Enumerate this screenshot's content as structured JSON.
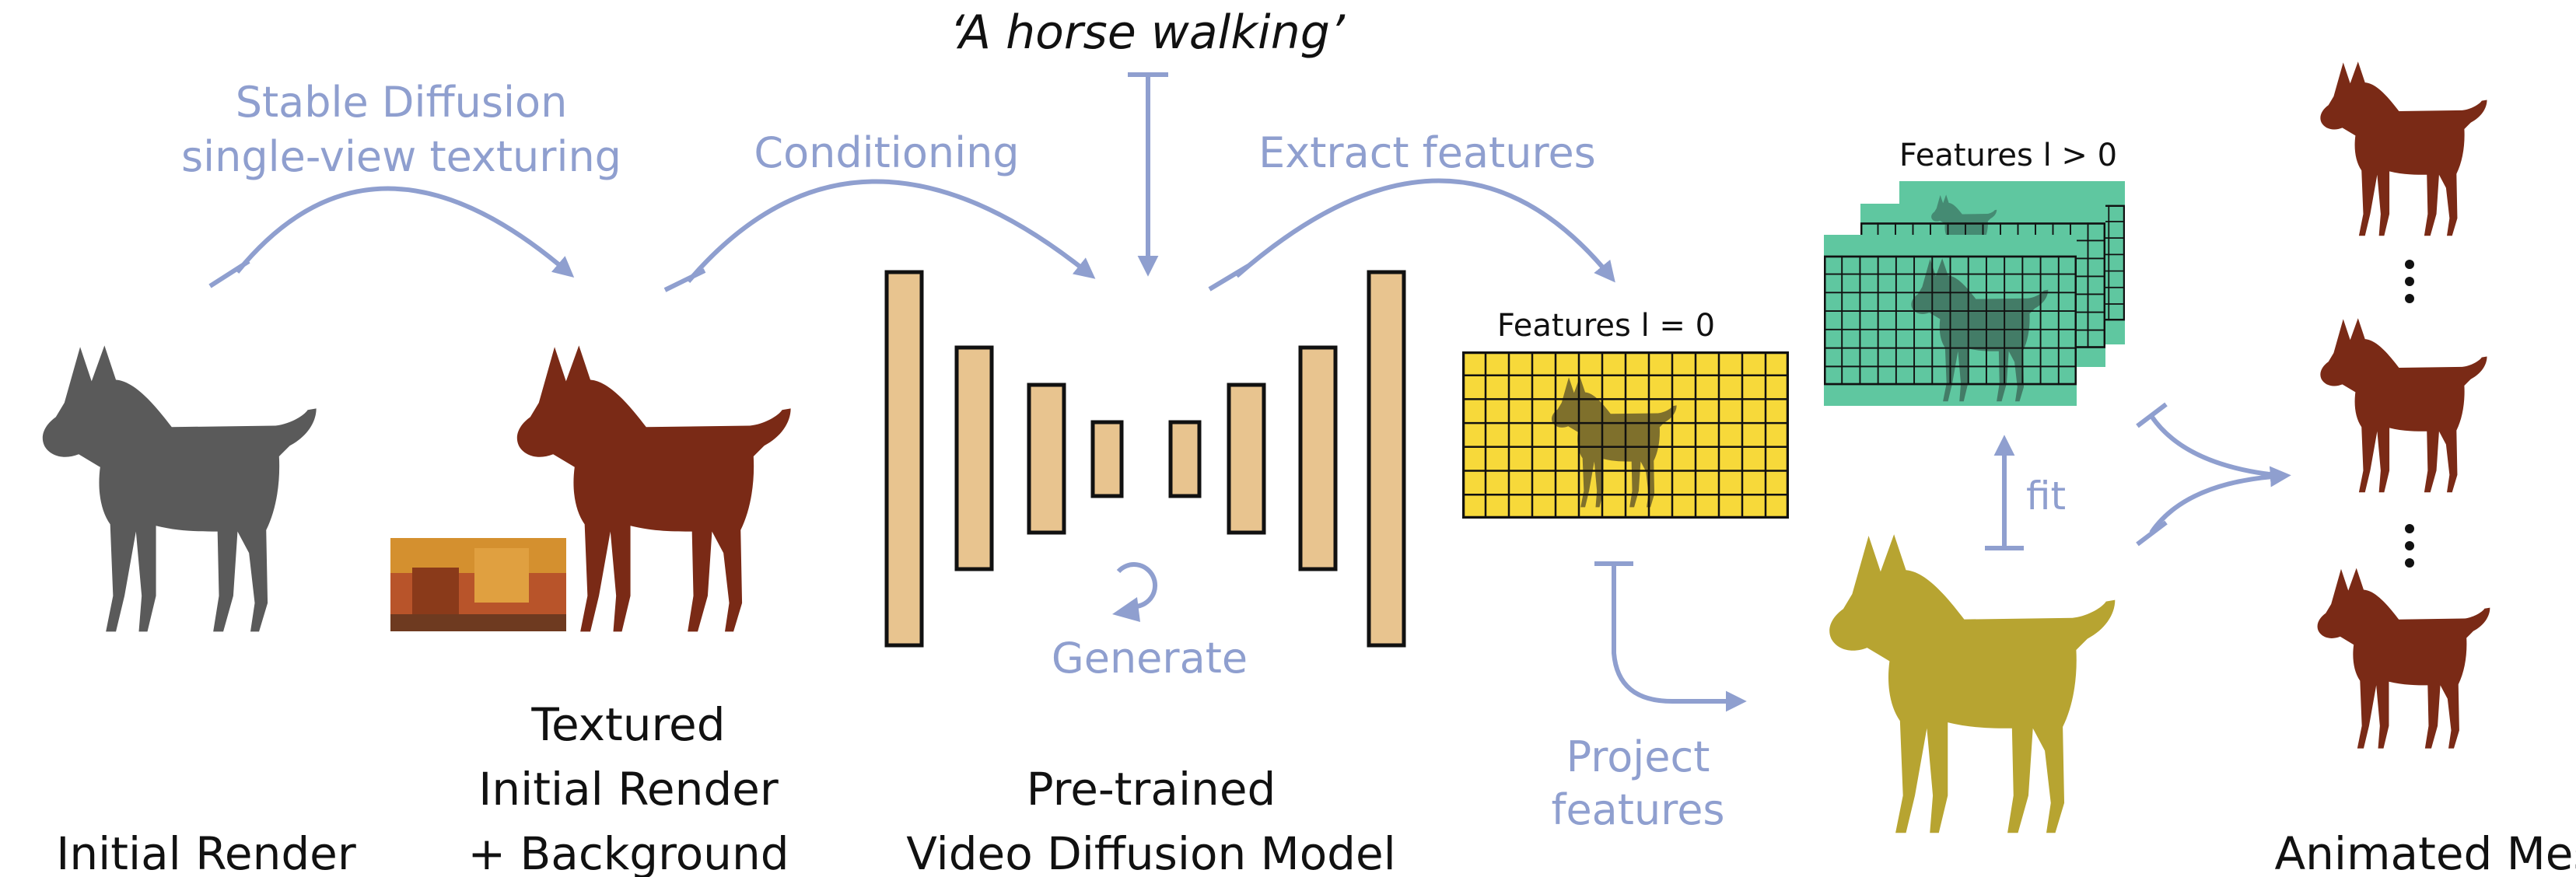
{
  "prompt": "‘A horse walking’",
  "labels": {
    "sd_line1": "Stable Diffusion",
    "sd_line2": "single-view texturing",
    "conditioning": "Conditioning",
    "extract_features": "Extract features",
    "generate": "Generate",
    "project_line1": "Project",
    "project_line2": "features",
    "fit": "fit",
    "features_l0": "Features l = 0",
    "features_lgt0": "Features l > 0"
  },
  "captions": {
    "initial_render": "Initial Render",
    "textured_line1": "Textured",
    "textured_line2": "Initial Render",
    "textured_line3": "+ Background",
    "model_line1": "Pre-trained",
    "model_line2": "Video Diffusion Model",
    "animated_mesh": "Animated Mesh"
  },
  "colors": {
    "accent_blue": "#8f9fcf",
    "horse_gray": "#5a5a5a",
    "horse_brown": "#7a2a16",
    "horse_olive": "#b7a431",
    "unet_fill": "#e8c48f",
    "features_yellow": "#f7d93a",
    "features_green": "#5fc7a0"
  }
}
